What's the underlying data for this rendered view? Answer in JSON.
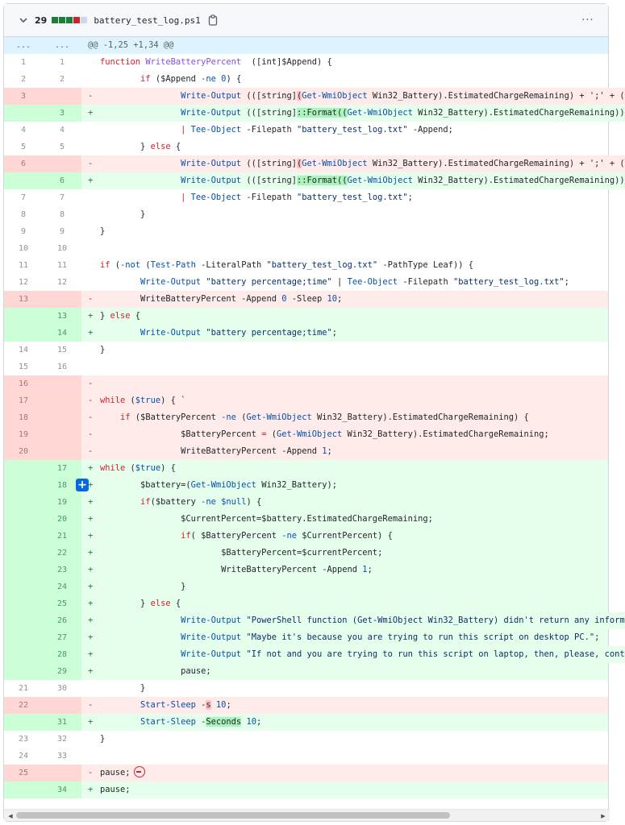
{
  "file_header": {
    "changes_count": "29",
    "diffstat": [
      "#1a7f37",
      "#1a7f37",
      "#1a7f37",
      "#cf222e",
      "#d0d7de"
    ],
    "filename": "battery_test_log.ps1",
    "more_label": "···"
  },
  "hunk": {
    "old": "...",
    "new": "...",
    "header": "@@ -1,25 +1,34 @@"
  },
  "lines": [
    {
      "t": "ctx",
      "o": "1",
      "n": "1",
      "m": "",
      "s": [
        [
          "kw",
          "function "
        ],
        [
          "fn",
          "WriteBatteryPercent"
        ],
        [
          "",
          "  ([int]$Append) {"
        ]
      ]
    },
    {
      "t": "ctx",
      "o": "2",
      "n": "2",
      "m": "",
      "s": [
        [
          "",
          "        "
        ],
        [
          "kw",
          "if"
        ],
        [
          "",
          " ($Append "
        ],
        [
          "cm",
          "-ne"
        ],
        [
          "",
          " "
        ],
        [
          "cm",
          "0"
        ],
        [
          "",
          ") {"
        ]
      ]
    },
    {
      "t": "del",
      "o": "3",
      "n": "",
      "m": "-",
      "s": [
        [
          "",
          "                "
        ],
        [
          "cm",
          "Write-Output"
        ],
        [
          "",
          " (([string]"
        ],
        [
          "hl-del",
          "("
        ],
        [
          "cm",
          "Get-WmiObject"
        ],
        [
          "",
          " Win32_Battery).EstimatedChargeRemaining) + ';' + ("
        ]
      ]
    },
    {
      "t": "add",
      "o": "",
      "n": "3",
      "m": "+",
      "s": [
        [
          "",
          "                "
        ],
        [
          "cm",
          "Write-Output"
        ],
        [
          "",
          " (([string]"
        ],
        [
          "hl-add",
          "::Format(("
        ],
        [
          "cm",
          "Get-WmiObject"
        ],
        [
          "",
          " Win32_Battery).EstimatedChargeRemaining))"
        ]
      ]
    },
    {
      "t": "ctx",
      "o": "4",
      "n": "4",
      "m": "",
      "s": [
        [
          "",
          "                "
        ],
        [
          "kw",
          "| "
        ],
        [
          "cm",
          "Tee-Object"
        ],
        [
          "",
          " -Filepath "
        ],
        [
          "st",
          "\"battery_test_log.txt\""
        ],
        [
          "",
          " -Append;"
        ]
      ]
    },
    {
      "t": "ctx",
      "o": "5",
      "n": "5",
      "m": "",
      "s": [
        [
          "",
          "        } "
        ],
        [
          "kw",
          "else"
        ],
        [
          "",
          " {"
        ]
      ]
    },
    {
      "t": "del",
      "o": "6",
      "n": "",
      "m": "-",
      "s": [
        [
          "",
          "                "
        ],
        [
          "cm",
          "Write-Output"
        ],
        [
          "",
          " (([string]"
        ],
        [
          "hl-del",
          "("
        ],
        [
          "cm",
          "Get-WmiObject"
        ],
        [
          "",
          " Win32_Battery).EstimatedChargeRemaining) + ';' + ("
        ]
      ]
    },
    {
      "t": "add",
      "o": "",
      "n": "6",
      "m": "+",
      "s": [
        [
          "",
          "                "
        ],
        [
          "cm",
          "Write-Output"
        ],
        [
          "",
          " (([string]"
        ],
        [
          "hl-add",
          "::Format(("
        ],
        [
          "cm",
          "Get-WmiObject"
        ],
        [
          "",
          " Win32_Battery).EstimatedChargeRemaining))"
        ]
      ]
    },
    {
      "t": "ctx",
      "o": "7",
      "n": "7",
      "m": "",
      "s": [
        [
          "",
          "                "
        ],
        [
          "kw",
          "| "
        ],
        [
          "cm",
          "Tee-Object"
        ],
        [
          "",
          " -Filepath "
        ],
        [
          "st",
          "\"battery_test_log.txt\""
        ],
        [
          "",
          ";"
        ]
      ]
    },
    {
      "t": "ctx",
      "o": "8",
      "n": "8",
      "m": "",
      "s": [
        [
          "",
          "        }"
        ]
      ]
    },
    {
      "t": "ctx",
      "o": "9",
      "n": "9",
      "m": "",
      "s": [
        [
          "",
          "}"
        ]
      ]
    },
    {
      "t": "ctx",
      "o": "10",
      "n": "10",
      "m": "",
      "s": [
        [
          "",
          ""
        ]
      ]
    },
    {
      "t": "ctx",
      "o": "11",
      "n": "11",
      "m": "",
      "s": [
        [
          "kw",
          "if"
        ],
        [
          "",
          " ("
        ],
        [
          "cm",
          "-not"
        ],
        [
          "",
          " ("
        ],
        [
          "cm",
          "Test-Path"
        ],
        [
          "",
          " -LiteralPath "
        ],
        [
          "st",
          "\"battery_test_log.txt\""
        ],
        [
          "",
          " -PathType Leaf)) {"
        ]
      ]
    },
    {
      "t": "ctx",
      "o": "12",
      "n": "12",
      "m": "",
      "s": [
        [
          "",
          "        "
        ],
        [
          "cm",
          "Write-Output"
        ],
        [
          "",
          " "
        ],
        [
          "st",
          "\"battery percentage;time\""
        ],
        [
          "",
          " | "
        ],
        [
          "cm",
          "Tee-Object"
        ],
        [
          "",
          " -Filepath "
        ],
        [
          "st",
          "\"battery_test_log.txt\""
        ],
        [
          "",
          ";"
        ]
      ]
    },
    {
      "t": "del",
      "o": "13",
      "n": "",
      "m": "-",
      "s": [
        [
          "",
          "        WriteBatteryPercent -Append "
        ],
        [
          "cm",
          "0"
        ],
        [
          "",
          " -Sleep "
        ],
        [
          "cm",
          "10"
        ],
        [
          "",
          ";"
        ]
      ]
    },
    {
      "t": "add",
      "o": "",
      "n": "13",
      "m": "+",
      "s": [
        [
          "",
          "} "
        ],
        [
          "kw",
          "else"
        ],
        [
          "",
          " {"
        ]
      ]
    },
    {
      "t": "add",
      "o": "",
      "n": "14",
      "m": "+",
      "s": [
        [
          "",
          "        "
        ],
        [
          "cm",
          "Write-Output"
        ],
        [
          "",
          " "
        ],
        [
          "st",
          "\"battery percentage;time\""
        ],
        [
          "",
          ";"
        ]
      ]
    },
    {
      "t": "ctx",
      "o": "14",
      "n": "15",
      "m": "",
      "s": [
        [
          "",
          "}"
        ]
      ]
    },
    {
      "t": "ctx",
      "o": "15",
      "n": "16",
      "m": "",
      "s": [
        [
          "",
          ""
        ]
      ]
    },
    {
      "t": "del",
      "o": "16",
      "n": "",
      "m": "-",
      "s": [
        [
          "",
          ""
        ]
      ]
    },
    {
      "t": "del",
      "o": "17",
      "n": "",
      "m": "-",
      "s": [
        [
          "kw",
          "while"
        ],
        [
          "",
          " ("
        ],
        [
          "cm",
          "$true"
        ],
        [
          "",
          ") { `"
        ]
      ]
    },
    {
      "t": "del",
      "o": "18",
      "n": "",
      "m": "-",
      "s": [
        [
          "",
          "    "
        ],
        [
          "kw",
          "if"
        ],
        [
          "",
          " ($BatteryPercent "
        ],
        [
          "cm",
          "-ne"
        ],
        [
          "",
          " ("
        ],
        [
          "cm",
          "Get-WmiObject"
        ],
        [
          "",
          " Win32_Battery).EstimatedChargeRemaining) {"
        ]
      ]
    },
    {
      "t": "del",
      "o": "19",
      "n": "",
      "m": "-",
      "s": [
        [
          "",
          "                $BatteryPercent "
        ],
        [
          "kw",
          "="
        ],
        [
          "",
          " ("
        ],
        [
          "cm",
          "Get-WmiObject"
        ],
        [
          "",
          " Win32_Battery).EstimatedChargeRemaining;"
        ]
      ]
    },
    {
      "t": "del",
      "o": "20",
      "n": "",
      "m": "-",
      "s": [
        [
          "",
          "                WriteBatteryPercent -Append "
        ],
        [
          "cm",
          "1"
        ],
        [
          "",
          ";"
        ]
      ]
    },
    {
      "t": "add",
      "o": "",
      "n": "17",
      "m": "+",
      "s": [
        [
          "kw",
          "while"
        ],
        [
          "",
          " ("
        ],
        [
          "cm",
          "$true"
        ],
        [
          "",
          ") {"
        ]
      ]
    },
    {
      "t": "add",
      "o": "",
      "n": "18",
      "m": "+",
      "plus": true,
      "s": [
        [
          "",
          "        $battery=("
        ],
        [
          "cm",
          "Get-WmiObject"
        ],
        [
          "",
          " Win32_Battery);"
        ]
      ]
    },
    {
      "t": "add",
      "o": "",
      "n": "19",
      "m": "+",
      "s": [
        [
          "",
          "        "
        ],
        [
          "kw",
          "if"
        ],
        [
          "",
          "($battery "
        ],
        [
          "cm",
          "-ne"
        ],
        [
          "",
          " "
        ],
        [
          "cm",
          "$null"
        ],
        [
          "",
          ") {"
        ]
      ]
    },
    {
      "t": "add",
      "o": "",
      "n": "20",
      "m": "+",
      "s": [
        [
          "",
          "                $CurrentPercent=$battery.EstimatedChargeRemaining;"
        ]
      ]
    },
    {
      "t": "add",
      "o": "",
      "n": "21",
      "m": "+",
      "s": [
        [
          "",
          "                "
        ],
        [
          "kw",
          "if"
        ],
        [
          "",
          "( $BatteryPercent "
        ],
        [
          "cm",
          "-ne"
        ],
        [
          "",
          " $CurrentPercent) {"
        ]
      ]
    },
    {
      "t": "add",
      "o": "",
      "n": "22",
      "m": "+",
      "s": [
        [
          "",
          "                        $BatteryPercent=$currentPercent;"
        ]
      ]
    },
    {
      "t": "add",
      "o": "",
      "n": "23",
      "m": "+",
      "s": [
        [
          "",
          "                        WriteBatteryPercent -Append "
        ],
        [
          "cm",
          "1"
        ],
        [
          "",
          ";"
        ]
      ]
    },
    {
      "t": "add",
      "o": "",
      "n": "24",
      "m": "+",
      "s": [
        [
          "",
          "                }"
        ]
      ]
    },
    {
      "t": "add",
      "o": "",
      "n": "25",
      "m": "+",
      "s": [
        [
          "",
          "        } "
        ],
        [
          "kw",
          "else"
        ],
        [
          "",
          " {"
        ]
      ]
    },
    {
      "t": "add",
      "o": "",
      "n": "26",
      "m": "+",
      "s": [
        [
          "",
          "                "
        ],
        [
          "cm",
          "Write-Output"
        ],
        [
          "",
          " "
        ],
        [
          "st",
          "\"PowerShell function (Get-WmiObject Win32_Battery) didn't return any inform"
        ]
      ]
    },
    {
      "t": "add",
      "o": "",
      "n": "27",
      "m": "+",
      "s": [
        [
          "",
          "                "
        ],
        [
          "cm",
          "Write-Output"
        ],
        [
          "",
          " "
        ],
        [
          "st",
          "\"Maybe it's because you are trying to run this script on desktop PC.\""
        ],
        [
          "",
          ";"
        ]
      ]
    },
    {
      "t": "add",
      "o": "",
      "n": "28",
      "m": "+",
      "s": [
        [
          "",
          "                "
        ],
        [
          "cm",
          "Write-Output"
        ],
        [
          "",
          " "
        ],
        [
          "st",
          "\"If not and you are trying to run this script on laptop, then, please, cont"
        ]
      ]
    },
    {
      "t": "add",
      "o": "",
      "n": "29",
      "m": "+",
      "s": [
        [
          "",
          "                pause;"
        ]
      ]
    },
    {
      "t": "ctx",
      "o": "21",
      "n": "30",
      "m": "",
      "s": [
        [
          "",
          "        }"
        ]
      ]
    },
    {
      "t": "del",
      "o": "22",
      "n": "",
      "m": "-",
      "s": [
        [
          "",
          "        "
        ],
        [
          "cm",
          "Start-Sleep"
        ],
        [
          "",
          " -"
        ],
        [
          "hl-del",
          "s"
        ],
        [
          "",
          " "
        ],
        [
          "cm",
          "10"
        ],
        [
          "",
          ";"
        ]
      ]
    },
    {
      "t": "add",
      "o": "",
      "n": "31",
      "m": "+",
      "s": [
        [
          "",
          "        "
        ],
        [
          "cm",
          "Start-Sleep"
        ],
        [
          "",
          " -"
        ],
        [
          "hl-add",
          "Seconds"
        ],
        [
          "",
          " "
        ],
        [
          "cm",
          "10"
        ],
        [
          "",
          ";"
        ]
      ]
    },
    {
      "t": "ctx",
      "o": "23",
      "n": "32",
      "m": "",
      "s": [
        [
          "",
          "}"
        ]
      ]
    },
    {
      "t": "ctx",
      "o": "24",
      "n": "33",
      "m": "",
      "s": [
        [
          "",
          ""
        ]
      ]
    },
    {
      "t": "del",
      "o": "25",
      "n": "",
      "m": "-",
      "minus": true,
      "s": [
        [
          "",
          "pause;"
        ]
      ]
    },
    {
      "t": "add",
      "o": "",
      "n": "34",
      "m": "+",
      "s": [
        [
          "",
          "pause;"
        ]
      ]
    }
  ]
}
